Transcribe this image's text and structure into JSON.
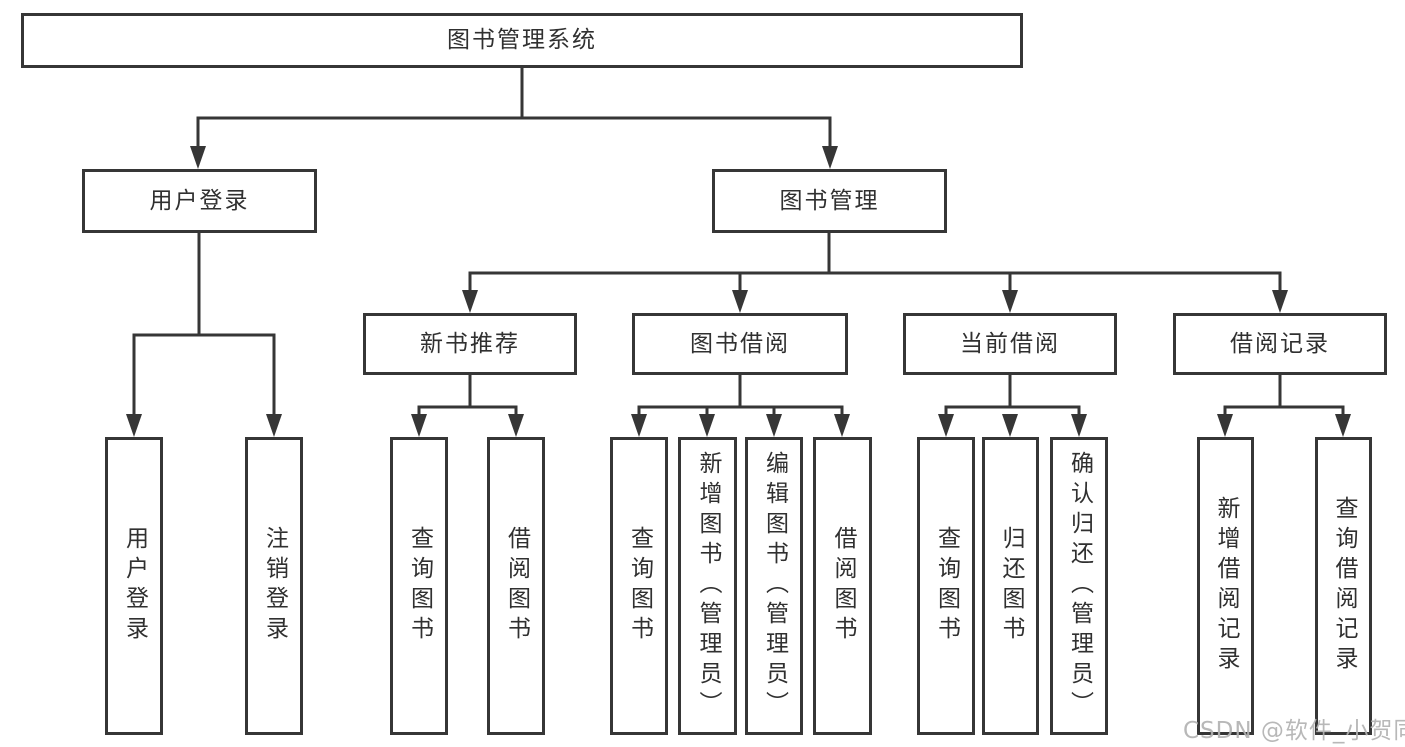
{
  "diagram": {
    "type": "tree",
    "root": {
      "label": "图书管理系统"
    },
    "level2": [
      {
        "label": "用户登录"
      },
      {
        "label": "图书管理"
      }
    ],
    "level3": [
      {
        "label": "新书推荐",
        "parent": "图书管理"
      },
      {
        "label": "图书借阅",
        "parent": "图书管理"
      },
      {
        "label": "当前借阅",
        "parent": "图书管理"
      },
      {
        "label": "借阅记录",
        "parent": "图书管理"
      }
    ],
    "leaves": [
      {
        "label": "用户登录",
        "parent": "用户登录"
      },
      {
        "label": "注销登录",
        "parent": "用户登录"
      },
      {
        "label": "查询图书",
        "parent": "新书推荐"
      },
      {
        "label": "借阅图书",
        "parent": "新书推荐"
      },
      {
        "label": "查询图书",
        "parent": "图书借阅"
      },
      {
        "label": "新增图书（管理员）",
        "parent": "图书借阅"
      },
      {
        "label": "编辑图书（管理员）",
        "parent": "图书借阅"
      },
      {
        "label": "借阅图书",
        "parent": "图书借阅"
      },
      {
        "label": "查询图书",
        "parent": "当前借阅"
      },
      {
        "label": "归还图书",
        "parent": "当前借阅"
      },
      {
        "label": "确认归还（管理员）",
        "parent": "当前借阅"
      },
      {
        "label": "新增借阅记录",
        "parent": "借阅记录"
      },
      {
        "label": "查询借阅记录",
        "parent": "借阅记录"
      }
    ],
    "watermark": "CSDN @软件_小贺同学",
    "colors": {
      "line": "#363636",
      "text": "#303030",
      "box_background": "#ffffff",
      "watermark": "#b2b2b2"
    }
  }
}
